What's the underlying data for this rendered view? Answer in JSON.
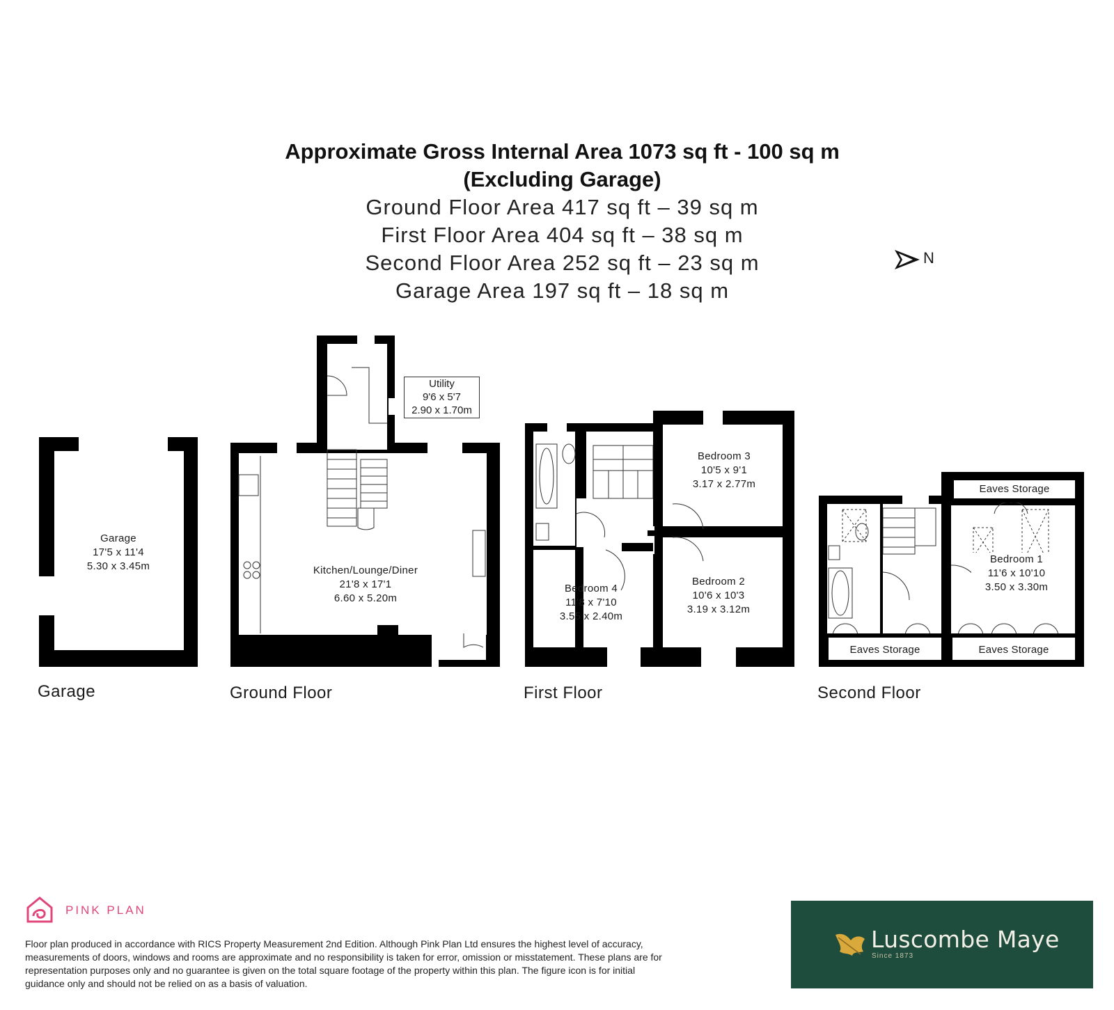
{
  "header": {
    "title_line1": "Approximate Gross Internal Area 1073 sq ft - 100 sq m",
    "title_line2": "(Excluding Garage)",
    "areas": [
      "Ground Floor Area 417 sq ft – 39 sq m",
      "First Floor Area 404 sq ft – 38 sq m",
      "Second Floor Area 252 sq ft – 23 sq m",
      "Garage Area 197 sq ft – 18 sq m"
    ]
  },
  "compass": {
    "label": "N",
    "icon": "north-arrow-icon"
  },
  "floors": {
    "garage": {
      "label": "Garage",
      "rooms": [
        {
          "name": "Garage",
          "imperial": "17'5 x 11'4",
          "metric": "5.30 x 3.45m"
        }
      ]
    },
    "ground": {
      "label": "Ground Floor",
      "rooms": [
        {
          "name": "Kitchen/Lounge/Diner",
          "imperial": "21'8 x 17'1",
          "metric": "6.60 x 5.20m"
        },
        {
          "name": "Utility",
          "imperial": "9'6 x 5'7",
          "metric": "2.90 x 1.70m"
        }
      ]
    },
    "first": {
      "label": "First Floor",
      "rooms": [
        {
          "name": "Bedroom 3",
          "imperial": "10'5 x 9'1",
          "metric": "3.17 x 2.77m"
        },
        {
          "name": "Bedroom 4",
          "imperial": "11'8 x 7'10",
          "metric": "3.55 x 2.40m"
        },
        {
          "name": "Bedroom 2",
          "imperial": "10'6 x 10'3",
          "metric": "3.19 x 3.12m"
        }
      ]
    },
    "second": {
      "label": "Second Floor",
      "rooms": [
        {
          "name": "Bedroom 1",
          "imperial": "11'6 x 10'10",
          "metric": "3.50 x 3.30m"
        }
      ],
      "eaves": [
        "Eaves Storage",
        "Eaves Storage",
        "Eaves Storage"
      ]
    }
  },
  "footer": {
    "brand": "PINK PLAN",
    "brand_color": "#e0457b",
    "disclaimer": "Floor plan produced in accordance with RICS Property Measurement 2nd Edition. Although Pink Plan Ltd ensures the highest level of accuracy, measurements of doors, windows and rooms are approximate and no responsibility is taken for error, omission or misstatement. These plans are for representation purposes only and no guarantee is given on the total square footage of the property within this plan. The figure icon is for initial guidance only and should not be relied on as a basis of valuation.",
    "agent_name": "Luscombe Maye",
    "agent_since": "Since 1873",
    "agent_color": "#1e4d3d"
  }
}
